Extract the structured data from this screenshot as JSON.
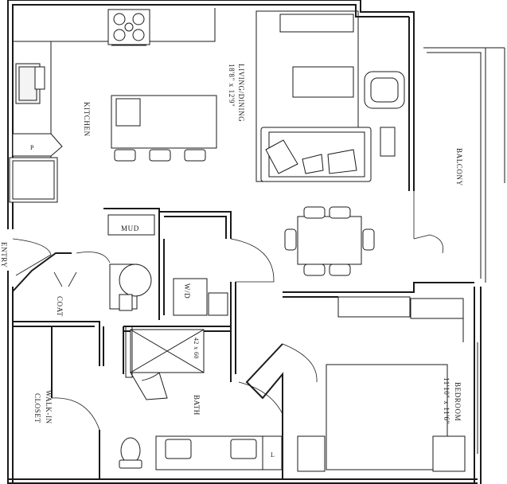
{
  "rooms": {
    "living": {
      "name": "LIVING/DINING",
      "dims": "18'8\" x 12'9\""
    },
    "kitchen": {
      "name": "KITCHEN"
    },
    "balcony": {
      "name": "BALCONY"
    },
    "bedroom": {
      "name": "BEDROOM",
      "dims": "11'10\" x 11'6\""
    },
    "bath": {
      "name": "BATH"
    },
    "walkin": {
      "line1": "WALK-IN",
      "line2": "CLOSET"
    },
    "coat": {
      "name": "COAT"
    },
    "entry": {
      "name": "ENTRY"
    },
    "mud": {
      "name": "MUD"
    },
    "wd": {
      "name": "W/D"
    }
  },
  "fixtures": {
    "pantry": "P",
    "shower": "42 x 60",
    "linen": "L"
  }
}
